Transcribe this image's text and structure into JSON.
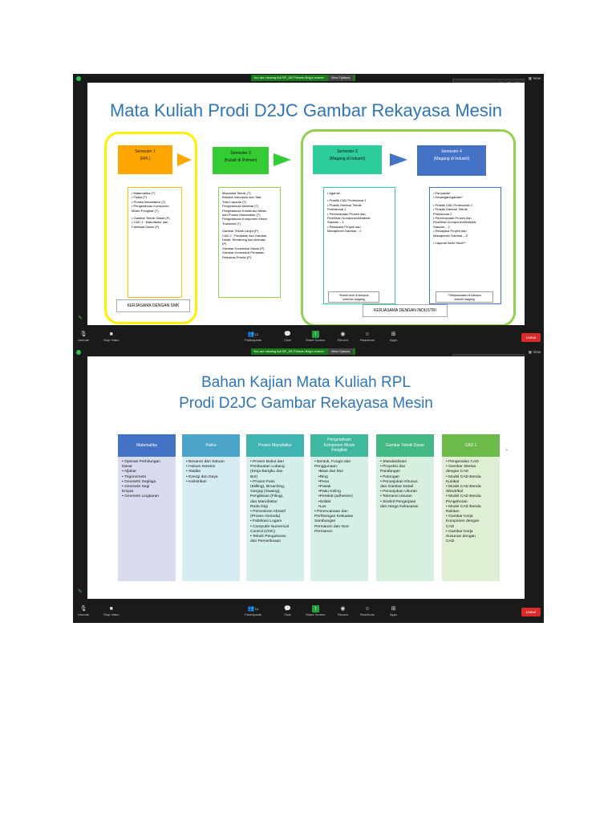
{
  "zoom": {
    "banner_text": "You are viewing Adi SP_DE Polman Bdg's screen",
    "view_options": "View Options",
    "talking": "Talking: Adi SP_DE Polman Bdg",
    "view_label": "View",
    "toolbar": [
      {
        "id": "unmute",
        "label": "Unmute",
        "icon": "mic-muted-icon"
      },
      {
        "id": "stop-video",
        "label": "Stop Video",
        "icon": "video-icon"
      },
      {
        "id": "participants",
        "label": "Participants",
        "icon": "participants-icon"
      },
      {
        "id": "chat",
        "label": "Chat",
        "icon": "chat-icon"
      },
      {
        "id": "share-screen",
        "label": "Share Screen",
        "icon": "share-screen-icon"
      },
      {
        "id": "record",
        "label": "Record",
        "icon": "record-icon"
      },
      {
        "id": "reactions",
        "label": "Reactions",
        "icon": "reactions-icon"
      },
      {
        "id": "apps",
        "label": "Apps",
        "icon": "apps-icon"
      }
    ],
    "participants_count_1": "12",
    "participants_count_2": "14",
    "leave": "Leave",
    "accent_green": "#23a13a",
    "leave_red": "#d92b2b"
  },
  "slide1": {
    "title": "Mata Kuliah Prodi D2JC Gambar Rekayasa Mesin",
    "semesters": [
      {
        "line1": "Semester 1",
        "line2": "(RPL)",
        "color": "#ffa500"
      },
      {
        "line1": "Semester 2",
        "line2": "(Kuliah di Polman)",
        "color": "#33cc33"
      },
      {
        "line1": "Semester 3",
        "line2": "(Magang di Industri)",
        "color": "#2ecc9a"
      },
      {
        "line1": "Semester 4",
        "line2": "(Magang di Industri)",
        "color": "#4472c4"
      }
    ],
    "courses_sem1": [
      "• Matematika (T)",
      "• Fisika (T)",
      "• Proses Manufaktur (T)",
      "• Pengetahuan Komponen",
      "  Mesin Pengikat (T)",
      "",
      "• Gambar Teknik Dasar (P)",
      "• CAD 1 : Manufaktur dan",
      "  Fabrikasi Dasar (P)"
    ],
    "courses_sem2": [
      "Mekanika Teknik (T)",
      "Bahasa Indonesia dan Tata",
      "Tulis Laporan (T)",
      "Pengetahuan Material (T)",
      "Pengetahuan Konstruksi Mesin",
      "dan Proses Manufaktur (T)",
      "Pengetahuan Komponen Mesin",
      "Transmisi (T)",
      "",
      "Gambar Teknik Lanjut (P)",
      "CAD 2 : Perakitan dan Gambar",
      "Detail, Rendering dan Animasi",
      "(P)",
      "Gambar Konstruksi Mesin (P)",
      "Gambar Konstruksi Peralatan",
      "Perkakas Presisi (P)"
    ],
    "courses_sem3": [
      "• Agama*",
      "",
      "• Praktik CAD Profesional 1",
      "• Praktik Gambar Teknik",
      "  Profesional 1",
      "• Perencanaan Proses dan",
      "  Pemilihan Komponen/Material",
      "  Standar – 1",
      "• Rekayasa Proyek dan",
      "  Manajemen Gambar - 1"
    ],
    "courses_sem4": [
      "• Pancasila*",
      "• Kewarganegaraan*",
      "",
      "• Praktik CAD Profesional 2",
      "• Praktik Gambar Teknik",
      "  Profesional 2",
      "• Perencanaan Proses dan",
      "  Pemilihan Komponen/Material",
      "  Standar – 2",
      "• Rekayasa Proyek dan",
      "  Manajemen Gambar – 2",
      "",
      "• Laporan Akhir Studi**"
    ],
    "note3": [
      "*Kuliah teori di kampus",
      "sebelum magang"
    ],
    "note4": [
      "**Dilaksanakan di kampus",
      "setelah magang"
    ],
    "label_smk": "KERJASAMA DENGAN SMK",
    "label_industri": "KERJASAMA DENGAN INDUSTRI"
  },
  "slide2": {
    "title_line1": "Bahan Kajian Mata Kuliah RPL",
    "title_line2": "Prodi D2JC Gambar Rekayasa Mesin",
    "columns": [
      {
        "header": [
          "Matematika"
        ],
        "head_color": "#4472c4",
        "body_color": "#d9dcee",
        "items": [
          [
            "• Operasi Perhitungan",
            ""
          ],
          [
            "  Dasar",
            ""
          ],
          [
            "• Aljabar",
            ""
          ],
          [
            "• Trigonometri",
            ""
          ],
          [
            "• Geometri Segitiga",
            ""
          ],
          [
            "• Geometri Segi",
            ""
          ],
          [
            "  Empat",
            ""
          ],
          [
            "• Geometri Lingkaran",
            ""
          ]
        ]
      },
      {
        "header": [
          "Fisika"
        ],
        "head_color": "#4aa3c8",
        "body_color": "#d6ecf3",
        "items": [
          [
            "• Besaran dan Satuan",
            ""
          ],
          [
            "• Hukum Newton",
            ""
          ],
          [
            "• Statika",
            ""
          ],
          [
            "• Energi dan Daya",
            ""
          ],
          [
            "• Kelistrikan",
            ""
          ]
        ]
      },
      {
        "header": [
          "Proses Manufaktur"
        ],
        "head_color": "#3fb4b0",
        "body_color": "#d4eeec",
        "items": [
          [
            "• Proses Bubut dan",
            ""
          ],
          [
            "  Pembuatan Lubang",
            ""
          ],
          [
            "  (Kerja Bangku dan",
            ""
          ],
          [
            "  Bor)",
            ""
          ],
          [
            "• Proses Frais",
            ""
          ],
          [
            "  (Milling), Broaching,",
            ""
          ],
          [
            "  Gergaji (Sawing),",
            ""
          ],
          [
            "  Pengikisan (Filing),",
            ""
          ],
          [
            "  dan Manufaktur",
            ""
          ],
          [
            "  Roda Gigi",
            ""
          ],
          [
            "• Pemesinan Abrasif",
            ""
          ],
          [
            "  (Proses Gerinda)",
            ""
          ],
          [
            "• Fabrikasi Logam",
            ""
          ],
          [
            "• Computer Numerical",
            ""
          ],
          [
            "  Control (CNC)",
            ""
          ],
          [
            "• Teknik Pengukuran",
            ""
          ],
          [
            "  dan Pemeriksaan",
            ""
          ]
        ]
      },
      {
        "header": [
          "Pengetahuan",
          "Komponen Mesin",
          "Pengikat"
        ],
        "head_color": "#40b8a0",
        "body_color": "#d5efe7",
        "items": [
          [
            "• Bentuk, Fungsi dan",
            ""
          ],
          [
            "  Penggunaan:",
            ""
          ],
          [
            "  •Baut dan Mur",
            "i"
          ],
          [
            "  •Ring",
            "i"
          ],
          [
            "  •Pena",
            "i"
          ],
          [
            "  •Pasak",
            "i"
          ],
          [
            "  •Paku Keling",
            "i"
          ],
          [
            "  •Perekat (adhesive)",
            "i"
          ],
          [
            "  •Solder",
            "i"
          ],
          [
            "  •Las",
            "i"
          ],
          [
            "• Perencanaan dan",
            ""
          ],
          [
            "  Perhitungan Kekuatan",
            ""
          ],
          [
            "  Sambungan",
            ""
          ],
          [
            "  Permanen dan Non-",
            ""
          ],
          [
            "  Permanen",
            ""
          ]
        ]
      },
      {
        "header": [
          "Gambar Teknik Dasar"
        ],
        "head_color": "#43b884",
        "body_color": "#d6efde",
        "items": [
          [
            "• Standardisasi",
            ""
          ],
          [
            "• Proyeksi dan",
            ""
          ],
          [
            "  Pandangan",
            ""
          ],
          [
            "• Potongan",
            ""
          ],
          [
            "• Penunjukan Khusus",
            ""
          ],
          [
            "  dan Gambar Detail",
            ""
          ],
          [
            "• Penunjukan Ukuran",
            ""
          ],
          [
            "• Toleransi Ukuran",
            ""
          ],
          [
            "• Simbol Pengerjaan",
            ""
          ],
          [
            "  dan Harga Kekasaran",
            ""
          ]
        ]
      },
      {
        "header": [
          "CAD 1"
        ],
        "head_color": "#6cba4a",
        "body_color": "#dfefd4",
        "items": [
          [
            "• Pengenalan CAD",
            ""
          ],
          [
            "• Gambar Sketsa",
            ""
          ],
          [
            "  dengan CAD",
            ""
          ],
          [
            "• Model CAD Benda",
            ""
          ],
          [
            "  Kubikal",
            ""
          ],
          [
            "• Model CAD Benda",
            ""
          ],
          [
            "  Silindrikal",
            ""
          ],
          [
            "• Model CAD Benda",
            ""
          ],
          [
            "  Pengeboran",
            ""
          ],
          [
            "• Model CAD Benda",
            ""
          ],
          [
            "  Rakitan",
            ""
          ],
          [
            "• Gambar Kerja",
            ""
          ],
          [
            "  Komponen dengan",
            ""
          ],
          [
            "  CAD",
            ""
          ],
          [
            "• Gambar Kerja",
            ""
          ],
          [
            "  Susunan dengan",
            ""
          ],
          [
            "  CAD",
            ""
          ]
        ]
      }
    ]
  }
}
